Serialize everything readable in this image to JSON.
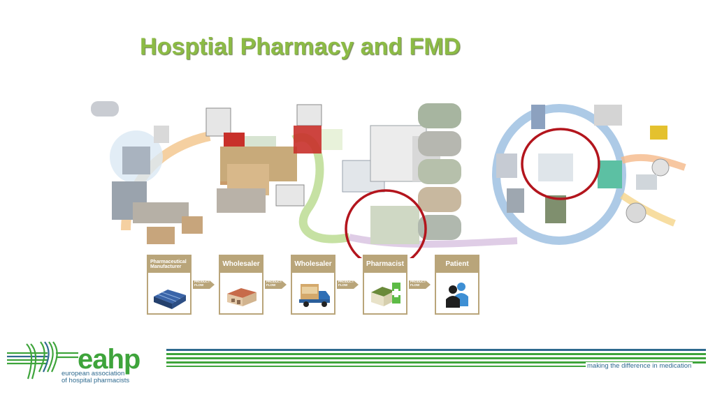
{
  "slide": {
    "title": "Hosptial Pharmacy and FMD"
  },
  "supply_chain": {
    "steps": [
      {
        "label": "Pharmaceutical Manufacturer",
        "icon": "factory-icon"
      },
      {
        "label": "Wholesaler",
        "icon": "warehouse-icon"
      },
      {
        "label": "Wholesaler",
        "icon": "delivery-truck-icon"
      },
      {
        "label": "Pharmacist",
        "icon": "pharmacy-icon"
      },
      {
        "label": "Patient",
        "icon": "people-icon"
      }
    ],
    "arrow_label": "PRODUCT FLOW",
    "header_color": "#b9a57a"
  },
  "footer": {
    "logo_word": "eahp",
    "logo_subtitle_line1": "european association",
    "logo_subtitle_line2": "of hospital pharmacists",
    "tagline": "making the difference in medication"
  },
  "colors": {
    "title_green": "#8cbb45",
    "eahp_green": "#3ea43b",
    "eahp_blue": "#2f6a8f",
    "highlight_red": "#b3151d"
  }
}
